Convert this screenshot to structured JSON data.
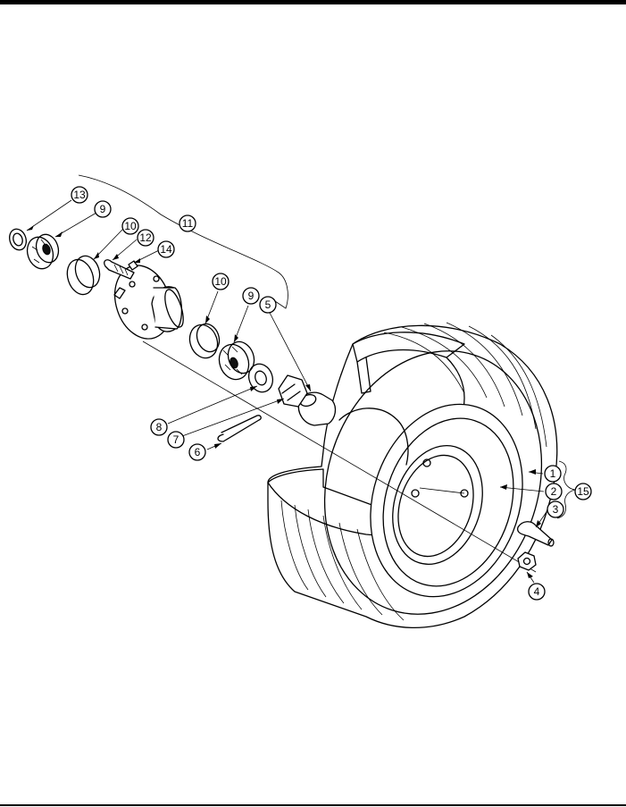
{
  "callouts": [
    {
      "id": "c13",
      "label": "13"
    },
    {
      "id": "c9a",
      "label": "9"
    },
    {
      "id": "c10a",
      "label": "10"
    },
    {
      "id": "c12",
      "label": "12"
    },
    {
      "id": "c11",
      "label": "11"
    },
    {
      "id": "c14",
      "label": "14"
    },
    {
      "id": "c10b",
      "label": "10"
    },
    {
      "id": "c9b",
      "label": "9"
    },
    {
      "id": "c5",
      "label": "5"
    },
    {
      "id": "c8",
      "label": "8"
    },
    {
      "id": "c7",
      "label": "7"
    },
    {
      "id": "c6",
      "label": "6"
    },
    {
      "id": "c1",
      "label": "1"
    },
    {
      "id": "c2",
      "label": "2"
    },
    {
      "id": "c15",
      "label": "15"
    },
    {
      "id": "c3",
      "label": "3"
    },
    {
      "id": "c4",
      "label": "4"
    }
  ]
}
